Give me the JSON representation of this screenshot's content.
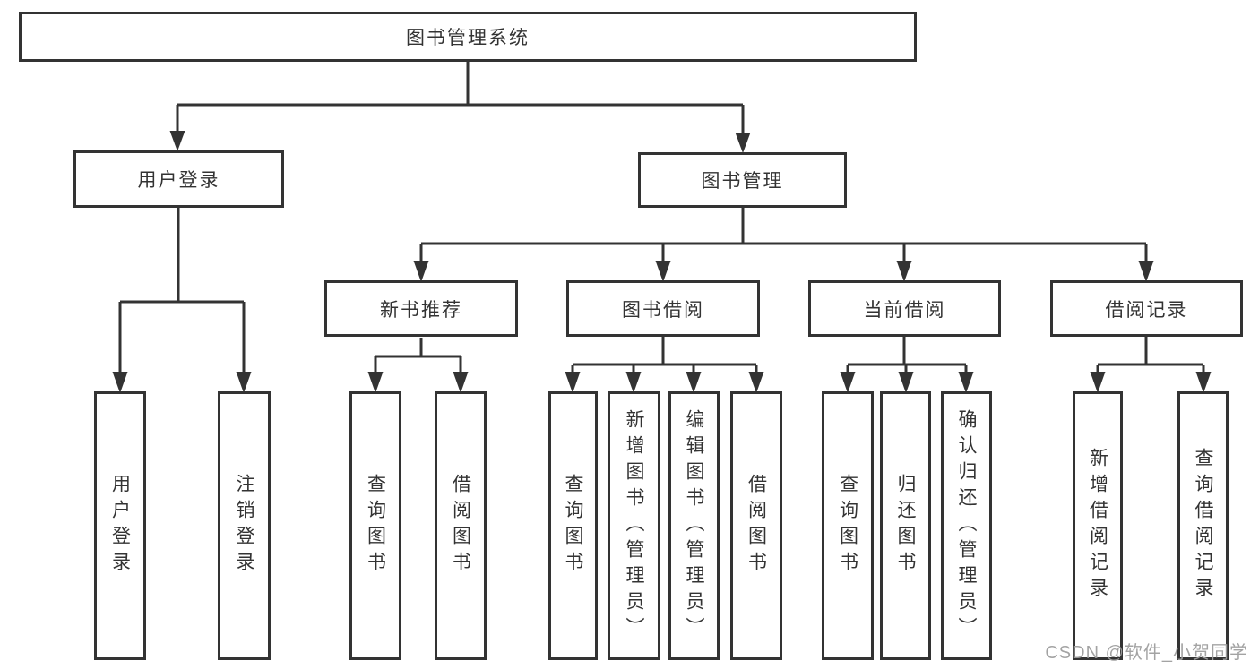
{
  "diagram": {
    "title": "图书管理系统",
    "watermark": "CSDN @软件_小贺同学",
    "colors": {
      "line": "#333333",
      "box_border": "#333333",
      "text": "#333333",
      "background": "#ffffff",
      "watermark": "#9e9e9e"
    },
    "tree": {
      "label": "图书管理系统",
      "children": [
        {
          "label": "用户登录",
          "children": [
            {
              "label": "用户登录"
            },
            {
              "label": "注销登录"
            }
          ]
        },
        {
          "label": "图书管理",
          "children": [
            {
              "label": "新书推荐",
              "children": [
                {
                  "label": "查询图书"
                },
                {
                  "label": "借阅图书"
                }
              ]
            },
            {
              "label": "图书借阅",
              "children": [
                {
                  "label": "查询图书"
                },
                {
                  "label": "新增图书（管理员）"
                },
                {
                  "label": "编辑图书（管理员）"
                },
                {
                  "label": "借阅图书"
                }
              ]
            },
            {
              "label": "当前借阅",
              "children": [
                {
                  "label": "查询图书"
                },
                {
                  "label": "归还图书"
                },
                {
                  "label": "确认归还（管理员）"
                }
              ]
            },
            {
              "label": "借阅记录",
              "children": [
                {
                  "label": "新增借阅记录"
                },
                {
                  "label": "查询借阅记录"
                }
              ]
            }
          ]
        }
      ]
    }
  }
}
